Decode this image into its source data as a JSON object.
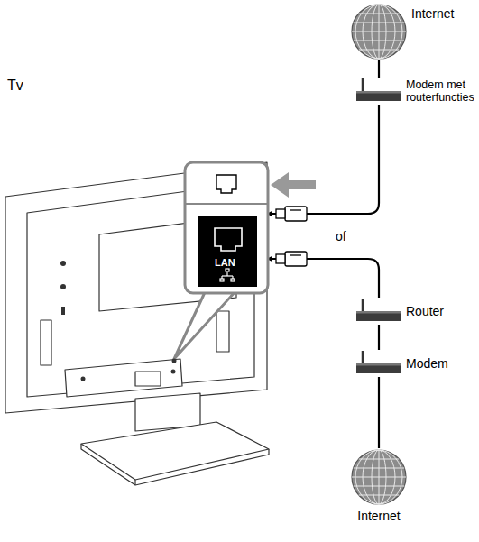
{
  "diagram": {
    "nodes": [
      {
        "text": [
          "Tv"
        ]
      },
      {
        "text": [
          "Internet"
        ]
      },
      {
        "text": [
          "Modem met routerfuncties"
        ]
      },
      {
        "text": [
          "Router"
        ]
      },
      {
        "text": [
          "Modem"
        ]
      },
      {
        "text": [
          "Internet"
        ]
      }
    ],
    "edges": [
      {
        "from": 1,
        "to": 2,
        "arrow": "none"
      },
      {
        "from": 2,
        "to": 0,
        "arrow": "to"
      },
      {
        "from": 3,
        "to": 0,
        "arrow": "to"
      },
      {
        "from": 3,
        "to": 4,
        "arrow": "none"
      },
      {
        "from": 4,
        "to": 5,
        "arrow": "none"
      }
    ],
    "labels": [
      "LAN",
      "of"
    ]
  }
}
